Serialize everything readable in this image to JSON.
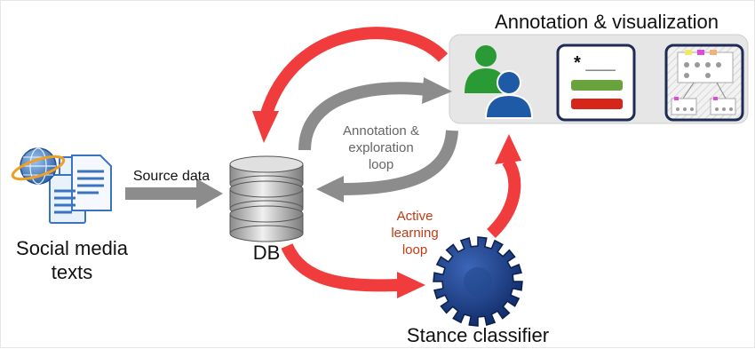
{
  "labels": {
    "annotation_title": "Annotation & visualization",
    "source_data": "Source data",
    "loop_line1": "Annotation &",
    "loop_line2": "exploration",
    "loop_line3": "loop",
    "active_line1": "Active",
    "active_line2": "learning",
    "active_line3": "loop",
    "social_line1": "Social media",
    "social_line2": "texts",
    "db": "DB",
    "classifier": "Stance classifier",
    "annotation_marker": "* ___"
  },
  "colors": {
    "red_arrow": "#f03c3c",
    "grey_arrow": "#8c8c8c",
    "active_text": "#c23a12",
    "loop_text": "#666666",
    "panel_bg": "#e6e6e6",
    "user_green": "#2a9a35",
    "user_blue": "#1f5aa6",
    "gear": "#1b3f86",
    "bar_green": "#6aa33d",
    "bar_red": "#d6251a"
  },
  "icons": [
    "documents-icon",
    "globe-icon",
    "database-icon",
    "users-icon",
    "annotation-card-icon",
    "graph-card-icon",
    "gear-icon"
  ]
}
